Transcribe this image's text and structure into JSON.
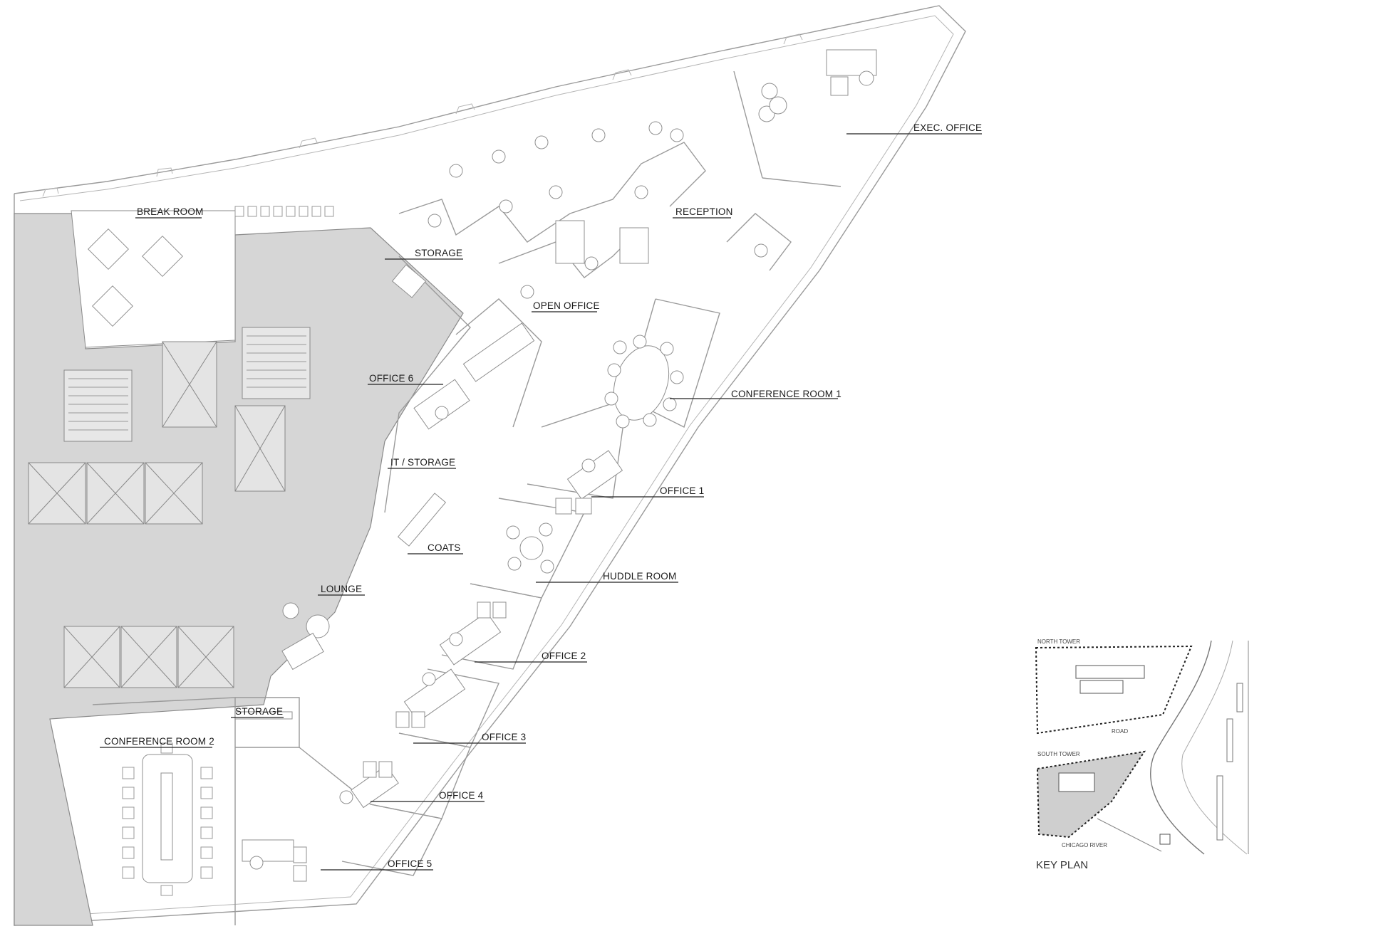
{
  "rooms": {
    "exec_office": "EXEC. OFFICE",
    "break_room": "BREAK ROOM",
    "reception": "RECEPTION",
    "storage_top": "STORAGE",
    "open_office": "OPEN OFFICE",
    "office_6": "OFFICE 6",
    "conference_room_1": "CONFERENCE ROOM 1",
    "it_storage": "IT / STORAGE",
    "office_1": "OFFICE 1",
    "coats": "COATS",
    "huddle_room": "HUDDLE ROOM",
    "lounge": "LOUNGE",
    "office_2": "OFFICE 2",
    "storage_bottom": "STORAGE",
    "conference_room_2": "CONFERENCE ROOM 2",
    "office_3": "OFFICE 3",
    "office_4": "OFFICE 4",
    "office_5": "OFFICE 5"
  },
  "key_plan": {
    "title": "KEY PLAN",
    "north_tower": "NORTH TOWER",
    "south_tower": "SOUTH TOWER",
    "road_label": "ROAD",
    "street_label": "CHICAGO RIVER"
  },
  "colors": {
    "core_fill": "#d6d6d6",
    "wall_stroke": "#9a9a9a",
    "label_text": "#1a1a1a"
  }
}
